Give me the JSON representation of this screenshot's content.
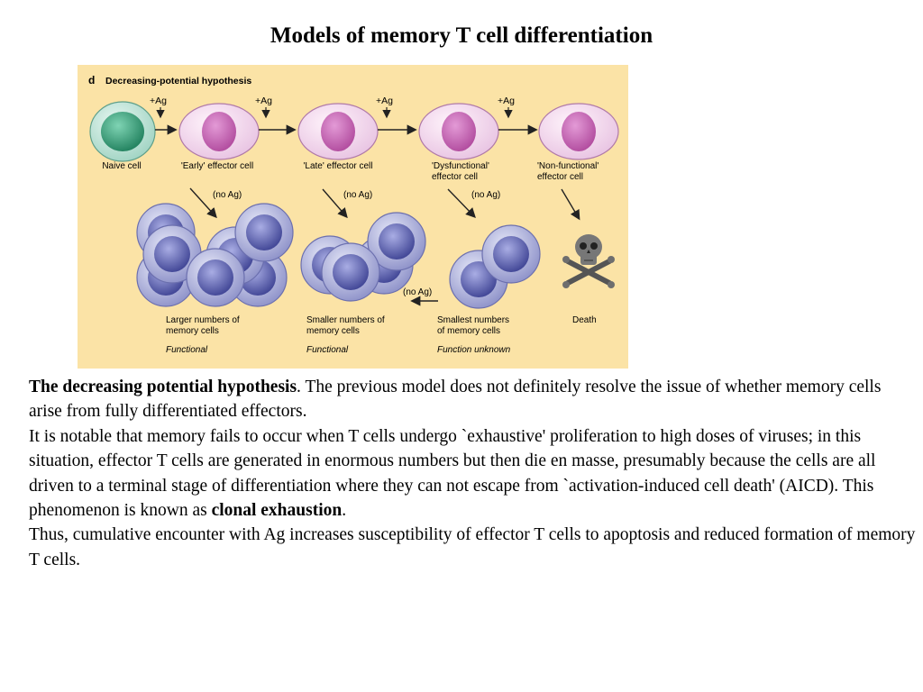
{
  "title": "Models of memory T cell differentiation",
  "figure": {
    "panel_letter": "d",
    "panel_title": "Decreasing-potential hypothesis",
    "antigen_label": "+Ag",
    "no_ag_label": "(no Ag)",
    "stages": [
      {
        "line1": "Naive cell",
        "line2": ""
      },
      {
        "line1": "'Early' effector cell",
        "line2": ""
      },
      {
        "line1": "'Late' effector cell",
        "line2": ""
      },
      {
        "line1": "'Dysfunctional'",
        "line2": "effector cell"
      },
      {
        "line1": "'Non-functional'",
        "line2": "effector cell"
      }
    ],
    "outcomes": [
      {
        "line1": "Larger numbers of",
        "line2": "memory cells",
        "line3": "Functional"
      },
      {
        "line1": "Smaller numbers of",
        "line2": "memory cells",
        "line3": "Functional"
      },
      {
        "line1": "Smallest numbers",
        "line2": "of memory cells",
        "line3": "Function unknown"
      },
      {
        "line1": "Death",
        "line2": "",
        "line3": ""
      }
    ],
    "colors": {
      "background": "#fbe3a6",
      "naive_nucleus": "#2f9a72",
      "effector_nucleus": "#cc66b8",
      "memory_cell": "#7d83c6"
    }
  },
  "body": {
    "p1_bold": "The decreasing potential hypothesis",
    "p1_rest": ". The previous model does not definitely resolve the issue of whether memory cells arise from fully differentiated effectors.",
    "p2_text": "It is notable that memory fails to occur when T cells undergo `exhaustive' proliferation to high doses of viruses; in this situation, effector T cells are generated in enormous numbers but then die en masse, presumably because the cells are all driven to a terminal stage of differentiation where they can not escape from `activation-induced cell death' (AICD). This phenomenon is known as ",
    "p2_bold": "clonal exhaustion",
    "p2_end": ".",
    "p3": "Thus, cumulative encounter with Ag increases susceptibility of effector T cells to apoptosis and reduced formation of memory T cells."
  }
}
